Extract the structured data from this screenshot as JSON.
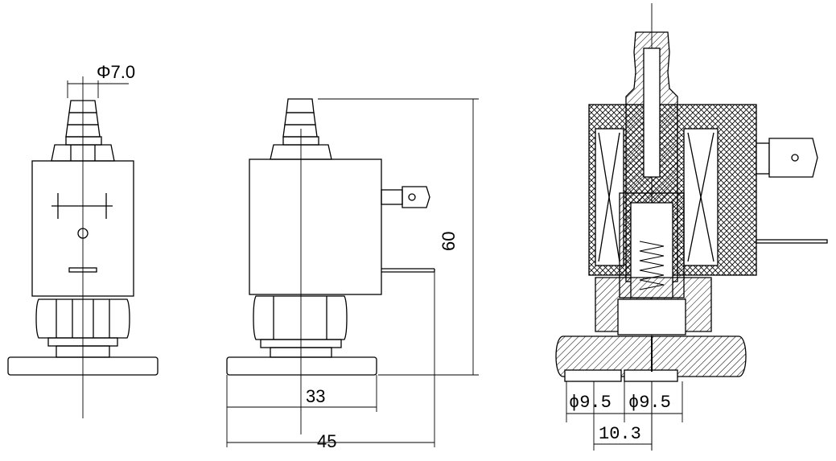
{
  "dimensions": {
    "tube_diameter": "Φ7.0",
    "height": "60",
    "width_base": "33",
    "width_overall": "45",
    "port_left": "ϕ9.5",
    "port_right": "ϕ9.5",
    "port_spacing": "10.3"
  },
  "colors": {
    "line": "#000000",
    "background": "#ffffff"
  }
}
